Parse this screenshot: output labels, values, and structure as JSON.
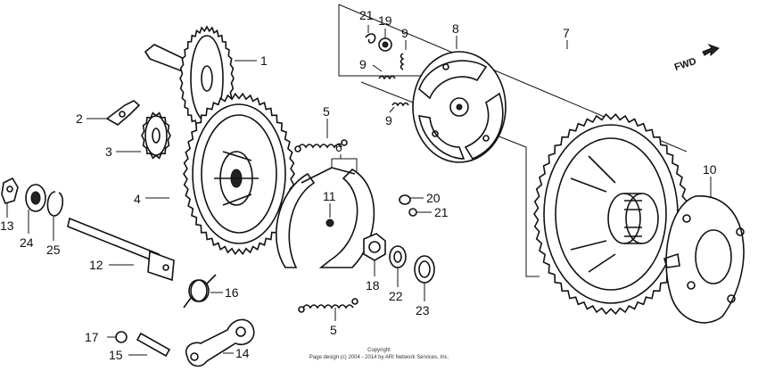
{
  "diagram": {
    "fwd_label": "FWD",
    "copyright_line1": "Copyright",
    "copyright_line2": "Page design (c) 2004 - 2014 by ARI Network Services, Inc.",
    "callouts": {
      "c1": "1",
      "c2": "2",
      "c3": "3",
      "c4": "4",
      "c5a": "5",
      "c5b": "5",
      "c6": "6",
      "c7": "7",
      "c8": "8",
      "c9a": "9",
      "c9b": "9",
      "c9c": "9",
      "c10": "10",
      "c11": "11",
      "c12": "12",
      "c13": "13",
      "c14": "14",
      "c15": "15",
      "c16": "16",
      "c17": "17",
      "c18": "18",
      "c19": "19",
      "c20": "20",
      "c21a": "21",
      "c21b": "21",
      "c22": "22",
      "c23": "23",
      "c24": "24",
      "c25": "25"
    }
  }
}
